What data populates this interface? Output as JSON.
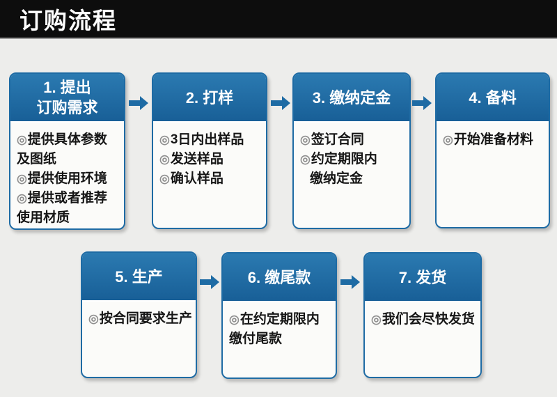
{
  "header": {
    "title": "订购流程"
  },
  "colors": {
    "accent_blue": "#1e6ba4",
    "title_bar": "#0d0d0d",
    "background": "#ededeb",
    "box_body": "#fbfbf9",
    "bullet_gray": "#8f8f8f"
  },
  "bullet_glyph": "◎",
  "steps": [
    {
      "title_lines": [
        "1. 提出",
        "订购需求"
      ],
      "lines": [
        {
          "bullet": true,
          "text": "提供具体参数"
        },
        {
          "bullet": false,
          "text": "及图纸"
        },
        {
          "bullet": true,
          "text": "提供使用环境"
        },
        {
          "bullet": true,
          "text": "提供或者推荐"
        },
        {
          "bullet": false,
          "text": "使用材质"
        }
      ]
    },
    {
      "title_lines": [
        "2. 打样"
      ],
      "lines": [
        {
          "bullet": true,
          "text": "3日内出样品"
        },
        {
          "bullet": true,
          "text": "发送样品"
        },
        {
          "bullet": true,
          "text": "确认样品"
        }
      ]
    },
    {
      "title_lines": [
        "3. 缴纳定金"
      ],
      "lines": [
        {
          "bullet": true,
          "text": "签订合同"
        },
        {
          "bullet": true,
          "text": "约定期限内"
        },
        {
          "bullet": false,
          "indent": true,
          "text": "缴纳定金"
        }
      ]
    },
    {
      "title_lines": [
        "4. 备料"
      ],
      "lines": [
        {
          "bullet": true,
          "text": "开始准备材料"
        }
      ]
    },
    {
      "title_lines": [
        "5. 生产"
      ],
      "lines": [
        {
          "bullet": true,
          "text": "按合同要求生产"
        }
      ]
    },
    {
      "title_lines": [
        "6. 缴尾款"
      ],
      "lines": [
        {
          "bullet": true,
          "text": "在约定期限内"
        },
        {
          "bullet": false,
          "text": "缴付尾款"
        }
      ]
    },
    {
      "title_lines": [
        "7. 发货"
      ],
      "lines": [
        {
          "bullet": true,
          "text": "我们会尽快发货"
        }
      ]
    }
  ]
}
